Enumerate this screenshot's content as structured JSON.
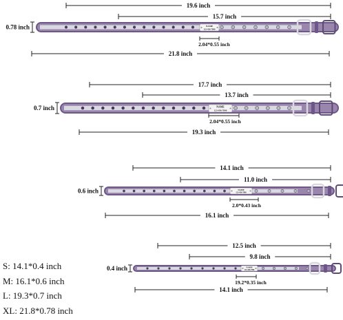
{
  "collars": [
    {
      "size": "XL",
      "width_label": "0.78 inch",
      "top_length": "19.6 inch",
      "mid_length": "15.7 inch",
      "plate_size": "2.04*0.55 inch",
      "total_length": "21.8 inch",
      "plate_name": "NAME",
      "plate_phone": "123-456-7890"
    },
    {
      "size": "L",
      "width_label": "0.7 inch",
      "top_length": "17.7 inch",
      "mid_length": "13.7 inch",
      "plate_size": "2.04*0.55 inch",
      "total_length": "19.3 inch",
      "plate_name": "NAME",
      "plate_phone": "123-456-7890"
    },
    {
      "size": "M",
      "width_label": "0.6 inch",
      "top_length": "14.1 inch",
      "mid_length": "11.0 inch",
      "plate_size": "2.0*0.43 inch",
      "total_length": "16.1 inch",
      "plate_name": "NAME",
      "plate_phone": "123-456-7890"
    },
    {
      "size": "S",
      "width_label": "0.4 inch",
      "top_length": "12.5 inch",
      "mid_length": "9.8 inch",
      "plate_size": "19.2*0.35 inch",
      "total_length": "14.1 inch",
      "plate_name": "NAME",
      "plate_phone": "123-456-7890"
    }
  ],
  "size_list": [
    "S: 14.1*0.4 inch",
    "M: 16.1*0.6 inch",
    "L: 19.3*0.7 inch",
    "XL: 21.8*0.78 inch"
  ],
  "colors": {
    "collar_body": "#9a86ad",
    "collar_edge": "#6d5688",
    "reflective_strip": "#d9d9e2",
    "buckle": "#d8d8de",
    "plate": "#f4f4f4",
    "dimension_line": "#222222"
  }
}
